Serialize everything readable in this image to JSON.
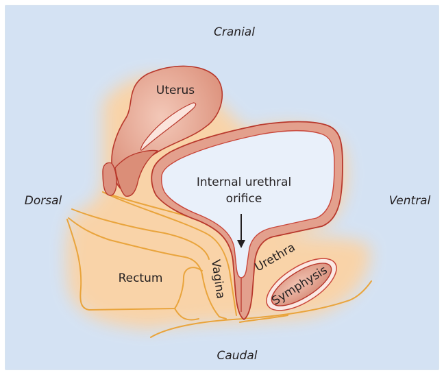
{
  "orientation": {
    "top": "Cranial",
    "bottom": "Caudal",
    "left": "Dorsal",
    "right": "Ventral"
  },
  "structures": {
    "uterus": "Uterus",
    "rectum": "Rectum",
    "vagina": "Vagina",
    "urethra": "Urethra",
    "symphysis": "Symphysis",
    "orifice_line1": "Internal urethral",
    "orifice_line2": "orifice"
  },
  "colors": {
    "background": "#d4e2f3",
    "glow": "#fbd3a5",
    "organ_fill": "#e3a08d",
    "organ_outline": "#b8382c",
    "bladder_lumen": "#e9f0fa",
    "tissue_line": "#e9a43c"
  }
}
